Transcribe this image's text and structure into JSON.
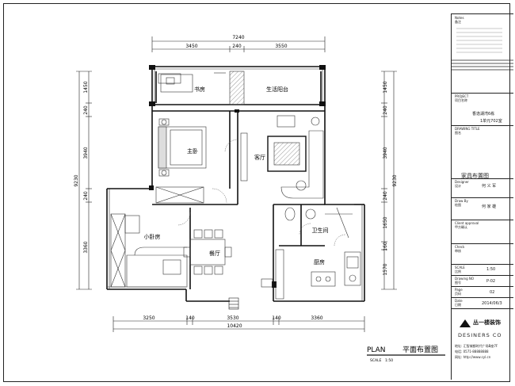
{
  "plan": {
    "dims_top": {
      "total": "7240",
      "seg1": "3450",
      "seg2": "240",
      "seg3": "3550"
    },
    "dims_bottom": {
      "total": "10420",
      "seg1": "3250",
      "seg2": "140",
      "seg3": "3530",
      "seg4": "140",
      "seg5": "3360"
    },
    "dims_left": {
      "total": "9230",
      "seg1": "1450",
      "seg2": "240",
      "seg3": "3940",
      "seg4": "240",
      "seg5": "3360"
    },
    "dims_right": {
      "total": "9230",
      "seg1": "1450",
      "seg2": "240",
      "seg3": "3940",
      "seg4": "240",
      "seg5": "1650",
      "seg6": "160",
      "seg7": "1570"
    },
    "rooms": {
      "study": "书房",
      "balcony": "生活阳台",
      "master_bedroom": "主卧",
      "living_room": "客厅",
      "small_bedroom": "小卧房",
      "dining_room": "餐厅",
      "bathroom": "卫生间",
      "kitchen": "厨房"
    },
    "title": "PLAN",
    "title_cn": "平面布置图",
    "scale_label": "SCALE",
    "scale_value": "1:50"
  },
  "title_block": {
    "notes_label": "Notes",
    "notes_cn": "备注",
    "project_label": "PROJECT",
    "project_cn": "项目名称",
    "project_name": "香逸湖湾6栋",
    "project_unit": "1单元702室",
    "drawing_title_label": "DRAWING TITLE",
    "drawing_title_cn": "图名",
    "drawing_title": "家具布置图",
    "designer_label": "Designer",
    "designer_cn": "设计",
    "designer_value": "何 义 军",
    "drawn_label": "Draw By",
    "drawn_cn": "绘图",
    "drawn_value": "何 家 雄",
    "client_label": "Client approval",
    "client_cn": "甲方确认",
    "check_label": "Check",
    "check_cn": "审核",
    "scale_label": "SCALE",
    "scale_cn": "比例",
    "scale_value": "1:50",
    "drawing_no_label": "Drawing NO",
    "drawing_no_cn": "图号",
    "drawing_no_value": "P-02",
    "page_label": "Page",
    "page_cn": "页码",
    "page_value": "02",
    "date_label": "Date",
    "date_cn": "日期",
    "date_value": "2014/06/3",
    "company_cn": "丛一楼装饰",
    "company_en": "DESINERS CO",
    "address_1": "地址: 汇智城都时代广场B座7F",
    "address_2": "电话: 0571-88888888",
    "address_3": "网址: http://www.cyl.cn"
  }
}
